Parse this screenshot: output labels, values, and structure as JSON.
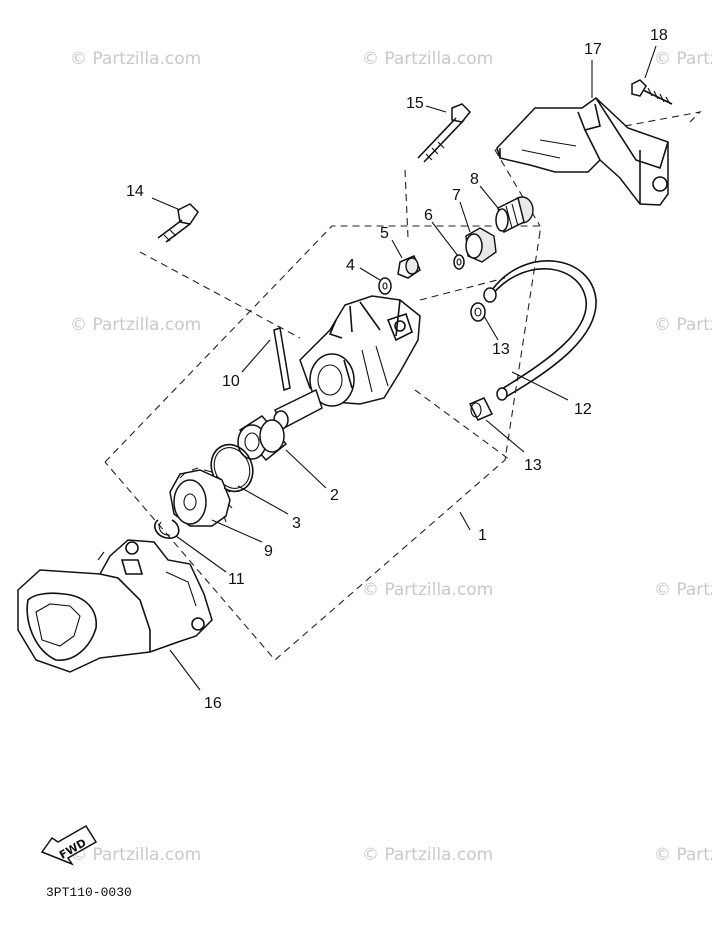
{
  "watermark": {
    "text": "© Partzilla.com"
  },
  "diagram": {
    "code": "3PT110-0030",
    "fwd_label": "FWD",
    "part_numbers": {
      "p1": "1",
      "p2": "2",
      "p3": "3",
      "p4": "4",
      "p5": "5",
      "p6": "6",
      "p7": "7",
      "p8": "8",
      "p9": "9",
      "p10": "10",
      "p11": "11",
      "p12": "12",
      "p13a": "13",
      "p13b": "13",
      "p14": "14",
      "p15": "15",
      "p16": "16",
      "p17": "17",
      "p18": "18"
    }
  }
}
